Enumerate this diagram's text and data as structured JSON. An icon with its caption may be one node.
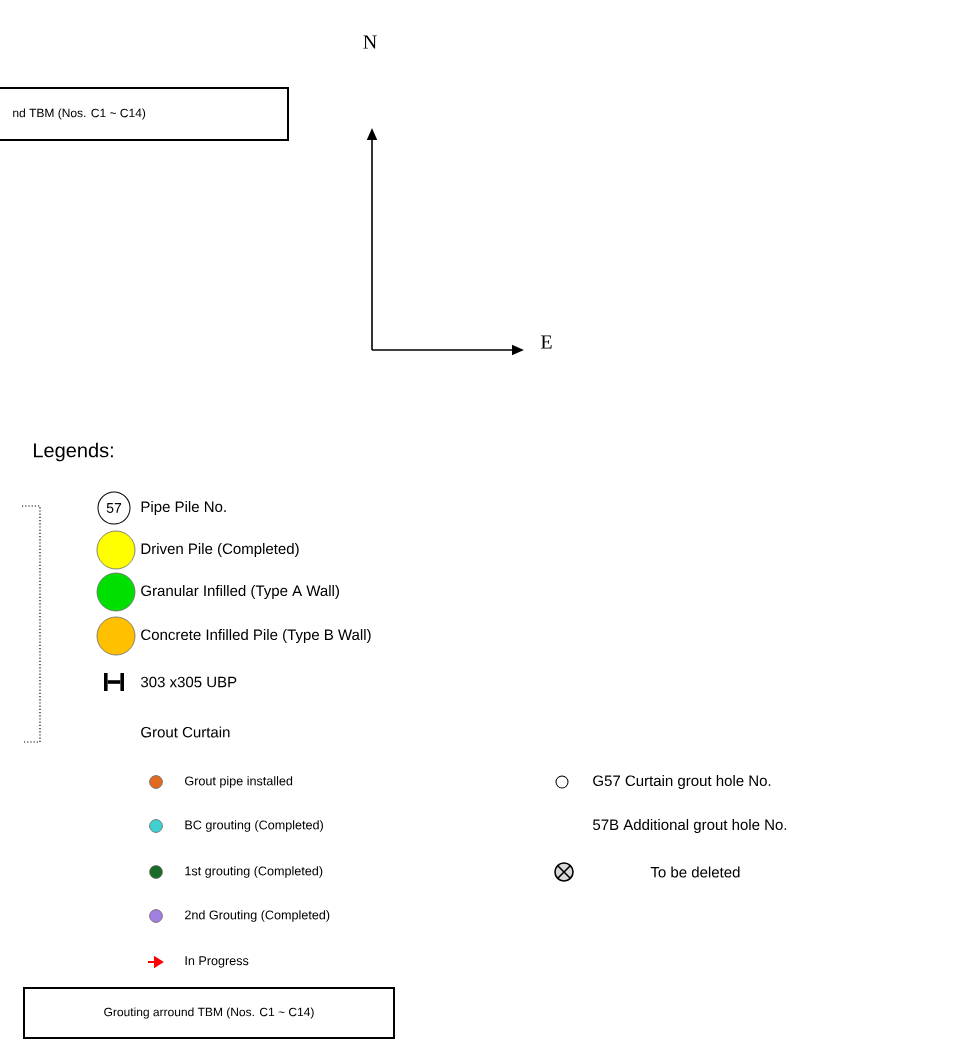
{
  "diagram": {
    "nodes": [
      {
        "text": [
          "nd TBM (Nos. C1 ~ C14)"
        ]
      },
      {
        "text": [
          "Grouting arround TBM (Nos. C1 ~ C14)"
        ]
      }
    ],
    "edges": [],
    "labels": [
      "N",
      "E",
      "Legends:",
      "57",
      "Grout Curtain"
    ],
    "legend": [
      {
        "text": "Pipe Pile No."
      },
      {
        "text": "Driven Pile (Completed)",
        "color": "#ffff00"
      },
      {
        "text": "Granular Infilled (Type A Wall)",
        "color": "#00e000"
      },
      {
        "text": "Concrete Infilled Pile (Type B Wall)",
        "color": "#ffc000"
      },
      {
        "text": "303 x305 UBP"
      },
      {
        "text": "Grout pipe installed",
        "color": "#e06a20"
      },
      {
        "text": "BC grouting (Completed)",
        "color": "#40d0d0"
      },
      {
        "text": "1st grouting (Completed)",
        "color": "#1a6b2a"
      },
      {
        "text": "2nd Grouting (Completed)",
        "color": "#a080e0"
      },
      {
        "text": "In Progress"
      },
      {
        "text": "G57 Curtain grout hole No."
      },
      {
        "text": "57B Additional grout hole No."
      },
      {
        "text": "To be deleted"
      }
    ]
  }
}
